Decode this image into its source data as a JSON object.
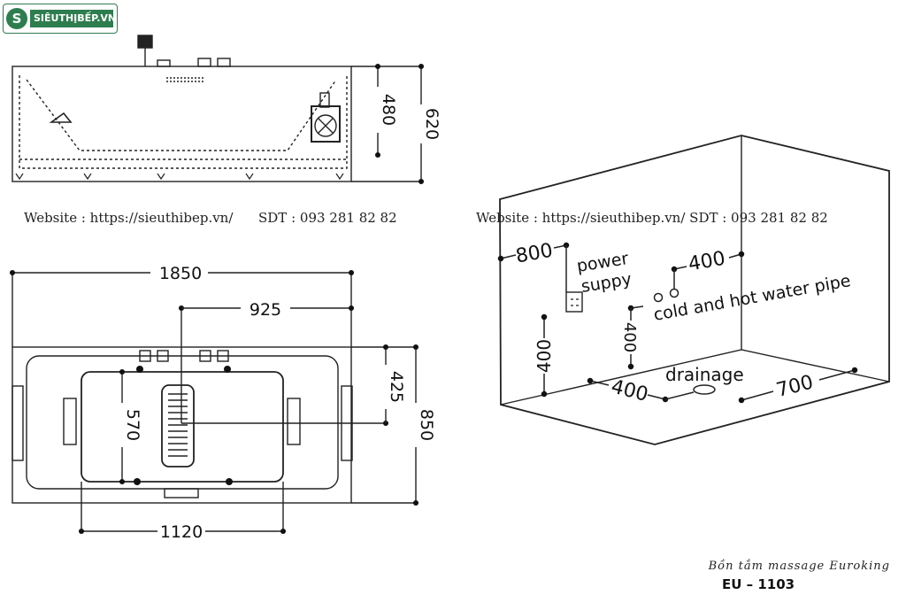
{
  "brand": {
    "name": "SIÊUTHỊBẾP.VN",
    "mark": "S"
  },
  "footer": {
    "website_left": "Website : https://sieuthibep.vn/",
    "phone_left": "SDT : 093 281 82 82",
    "website_right": "Website : https://sieuthibep.vn/ SDT : 093 281 82 82"
  },
  "product": {
    "name": "Bồn tắm massage Euroking",
    "model": "EU – 1103"
  },
  "side_view": {
    "dim_480": "480",
    "dim_620": "620"
  },
  "top_view": {
    "dim_1850": "1850",
    "dim_925": "925",
    "dim_425": "425",
    "dim_570": "570",
    "dim_850": "850",
    "dim_1120": "1120"
  },
  "room": {
    "dim_800": "800",
    "power_line1": "power",
    "power_line2": "suppy",
    "dim_400_pipe": "400",
    "pipe_label": "cold and hot water pipe",
    "dim_400_left": "400",
    "dim_400_mid": "400",
    "drainage_label": "drainage",
    "dim_400_floor": "400",
    "dim_700_floor": "700"
  }
}
